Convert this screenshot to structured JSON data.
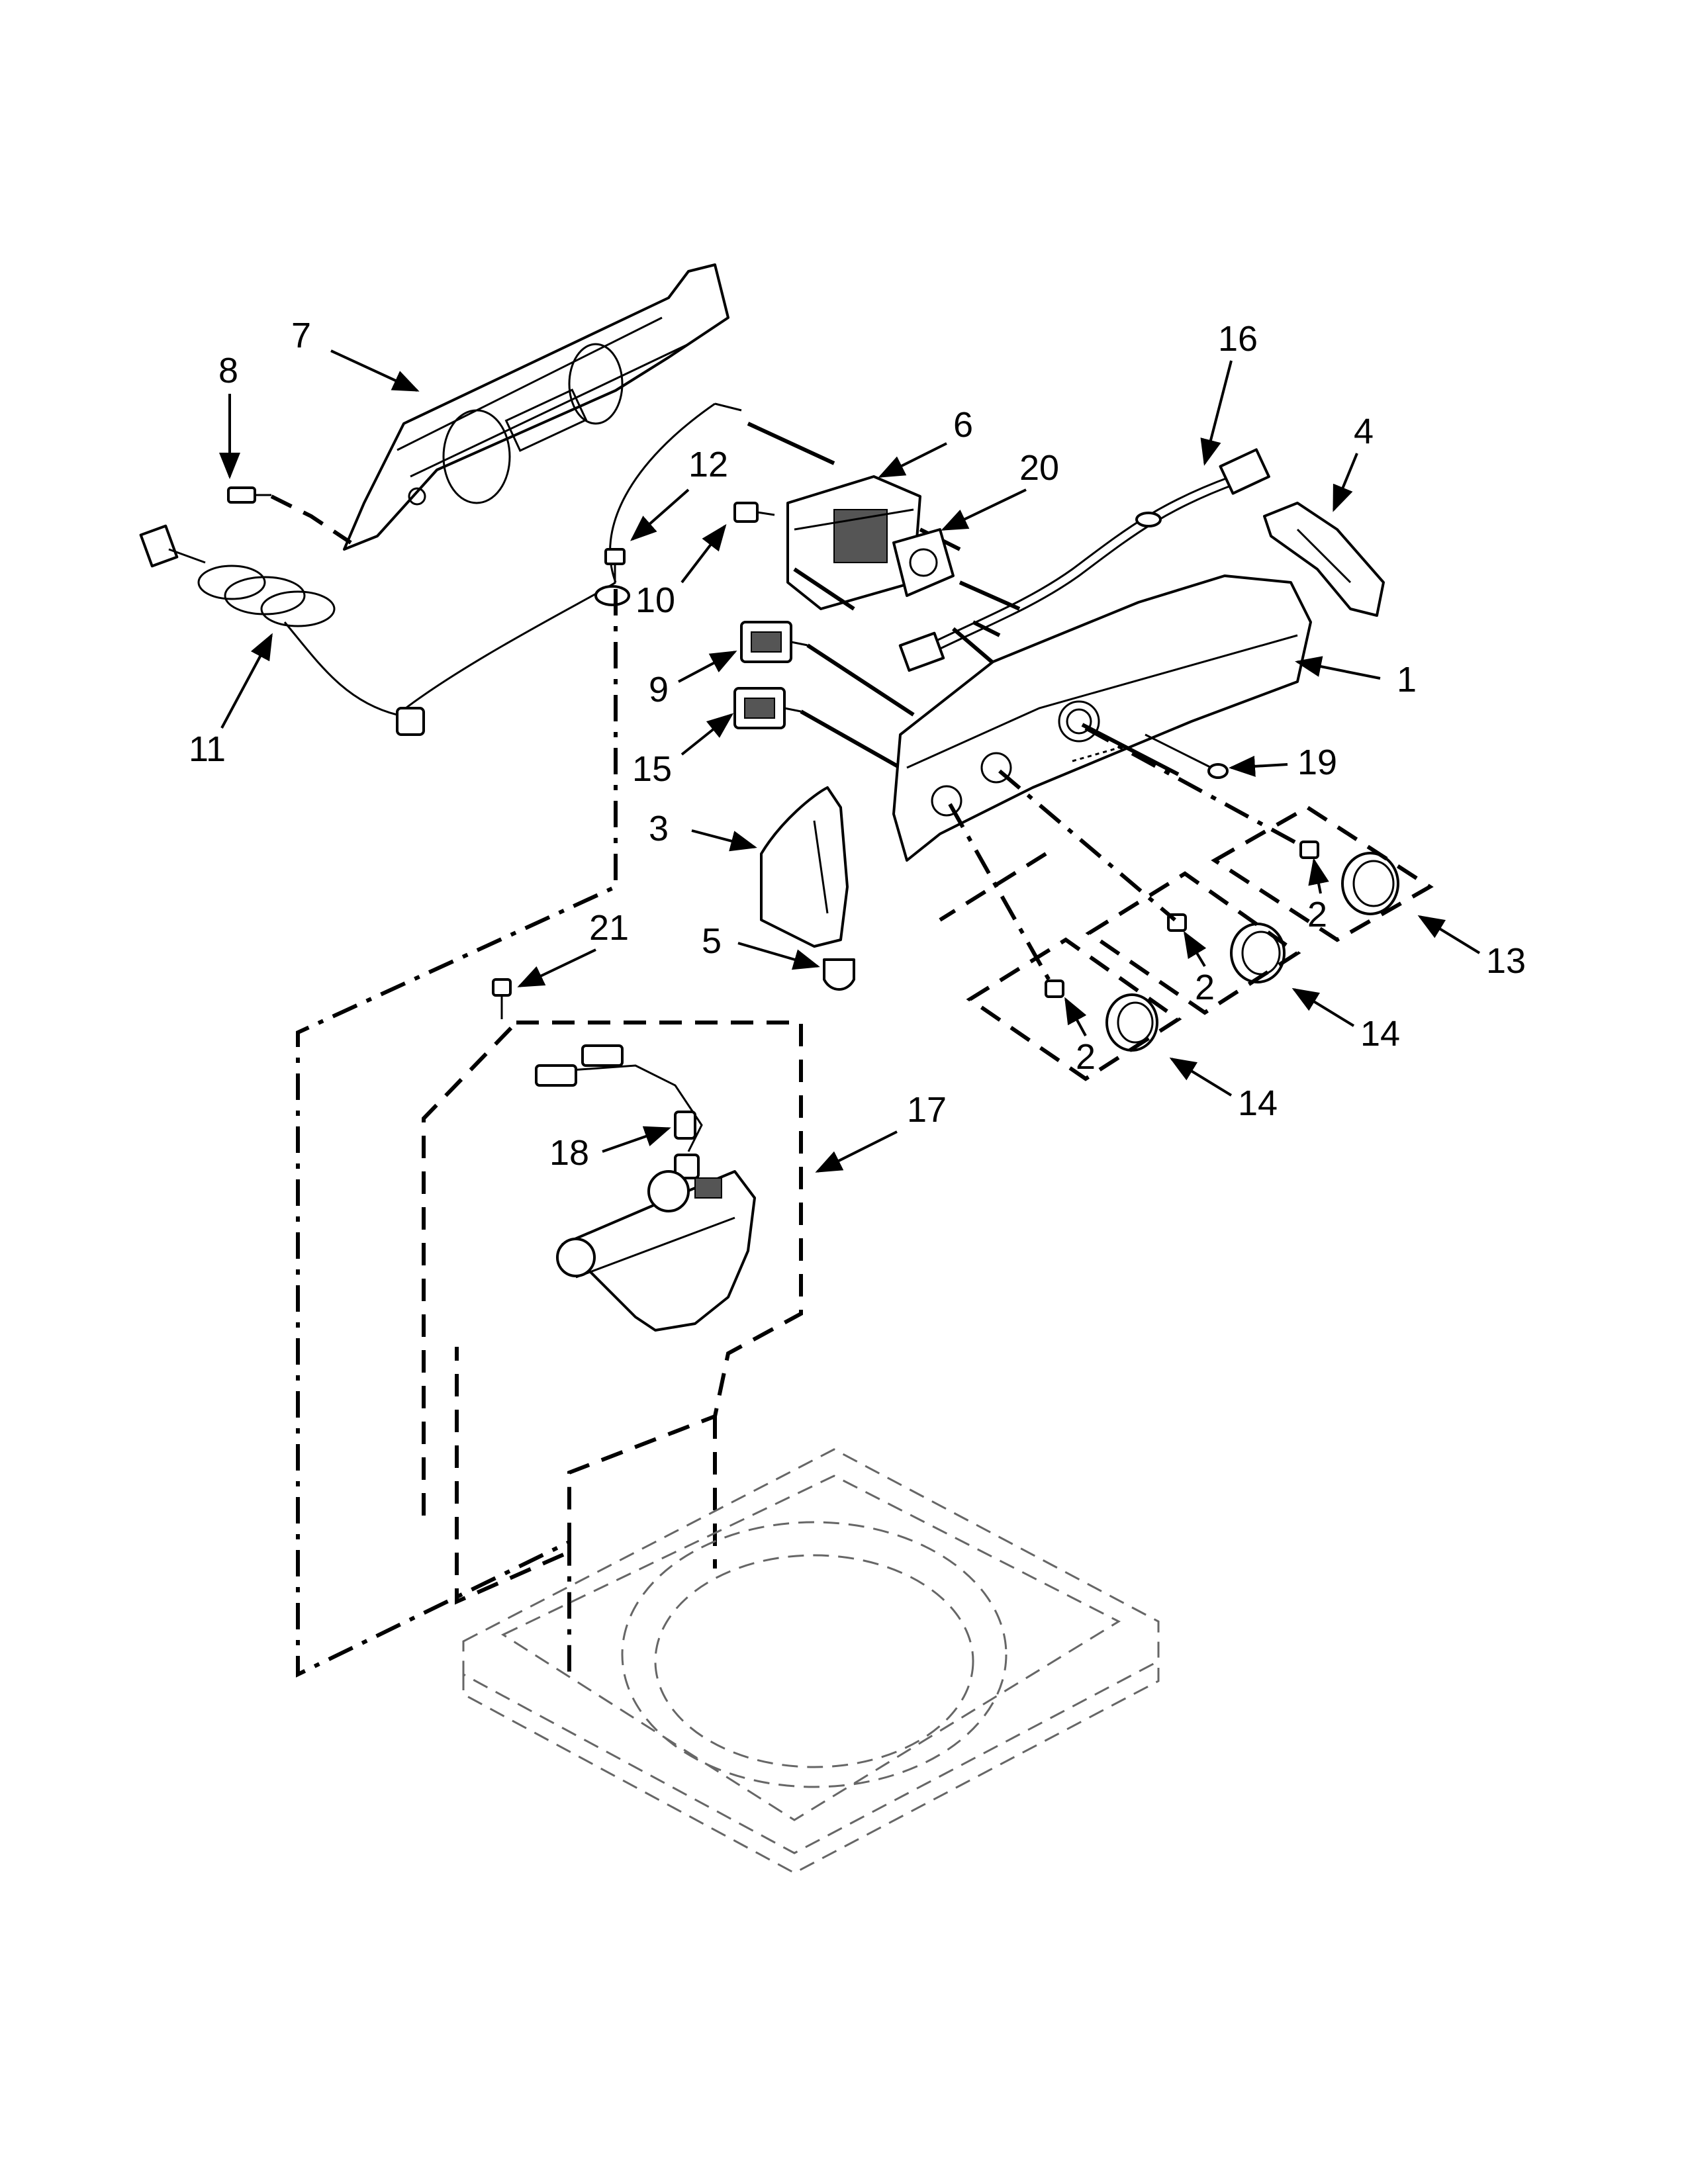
{
  "callouts": [
    {
      "id": "c7",
      "label": "7"
    },
    {
      "id": "c8",
      "label": "8"
    },
    {
      "id": "c12",
      "label": "12"
    },
    {
      "id": "c10",
      "label": "10"
    },
    {
      "id": "c11",
      "label": "11"
    },
    {
      "id": "c6",
      "label": "6"
    },
    {
      "id": "c20",
      "label": "20"
    },
    {
      "id": "c16",
      "label": "16"
    },
    {
      "id": "c4",
      "label": "4"
    },
    {
      "id": "c9",
      "label": "9"
    },
    {
      "id": "c15",
      "label": "15"
    },
    {
      "id": "c1",
      "label": "1"
    },
    {
      "id": "c19",
      "label": "19"
    },
    {
      "id": "c3",
      "label": "3"
    },
    {
      "id": "c5",
      "label": "5"
    },
    {
      "id": "c21",
      "label": "21"
    },
    {
      "id": "c2a",
      "label": "2"
    },
    {
      "id": "c2b",
      "label": "2"
    },
    {
      "id": "c2c",
      "label": "2"
    },
    {
      "id": "c13",
      "label": "13"
    },
    {
      "id": "c14a",
      "label": "14"
    },
    {
      "id": "c14b",
      "label": "14"
    },
    {
      "id": "c17",
      "label": "17"
    },
    {
      "id": "c18",
      "label": "18"
    }
  ]
}
